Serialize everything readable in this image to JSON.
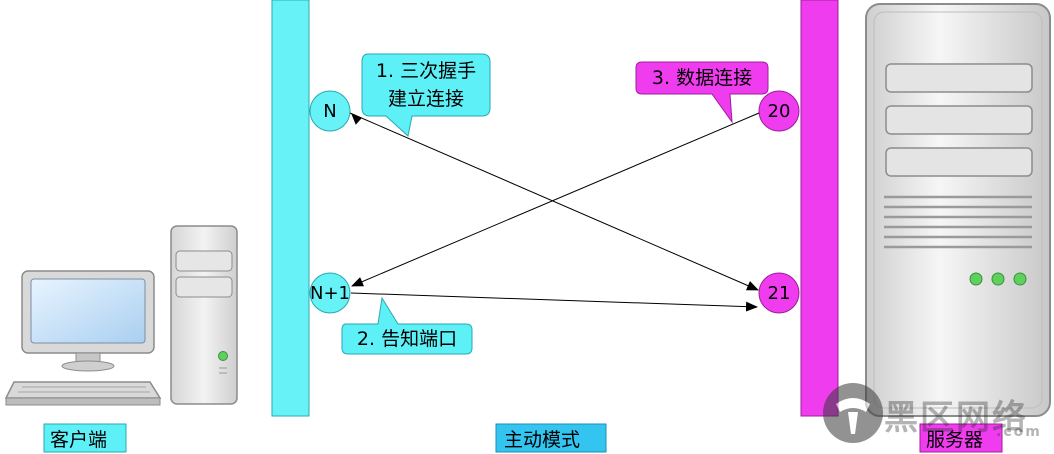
{
  "colors": {
    "client_bar": "#66F2F7",
    "server_bar": "#F03CEF",
    "callout_cyan": "#5EF0F7",
    "callout_magenta": "#F03CEF",
    "tag_blue": "#33C5F0",
    "arrow": "#000000"
  },
  "client": {
    "label": "客户端",
    "icon": "desktop-computer-icon"
  },
  "server": {
    "label": "服务器",
    "icon": "server-tower-icon"
  },
  "mode": {
    "label": "主动模式"
  },
  "ports": {
    "client_n": "N",
    "client_n1": "N+1",
    "server_20": "20",
    "server_21": "21"
  },
  "callouts": {
    "handshake_line1": "1. 三次握手",
    "handshake_line2": "建立连接",
    "notify_port": "2. 告知端口",
    "data_connection": "3. 数据连接"
  },
  "watermark": {
    "text": "黑区网络",
    "sub": ".com",
    "icon": "watermark-logo-icon"
  }
}
